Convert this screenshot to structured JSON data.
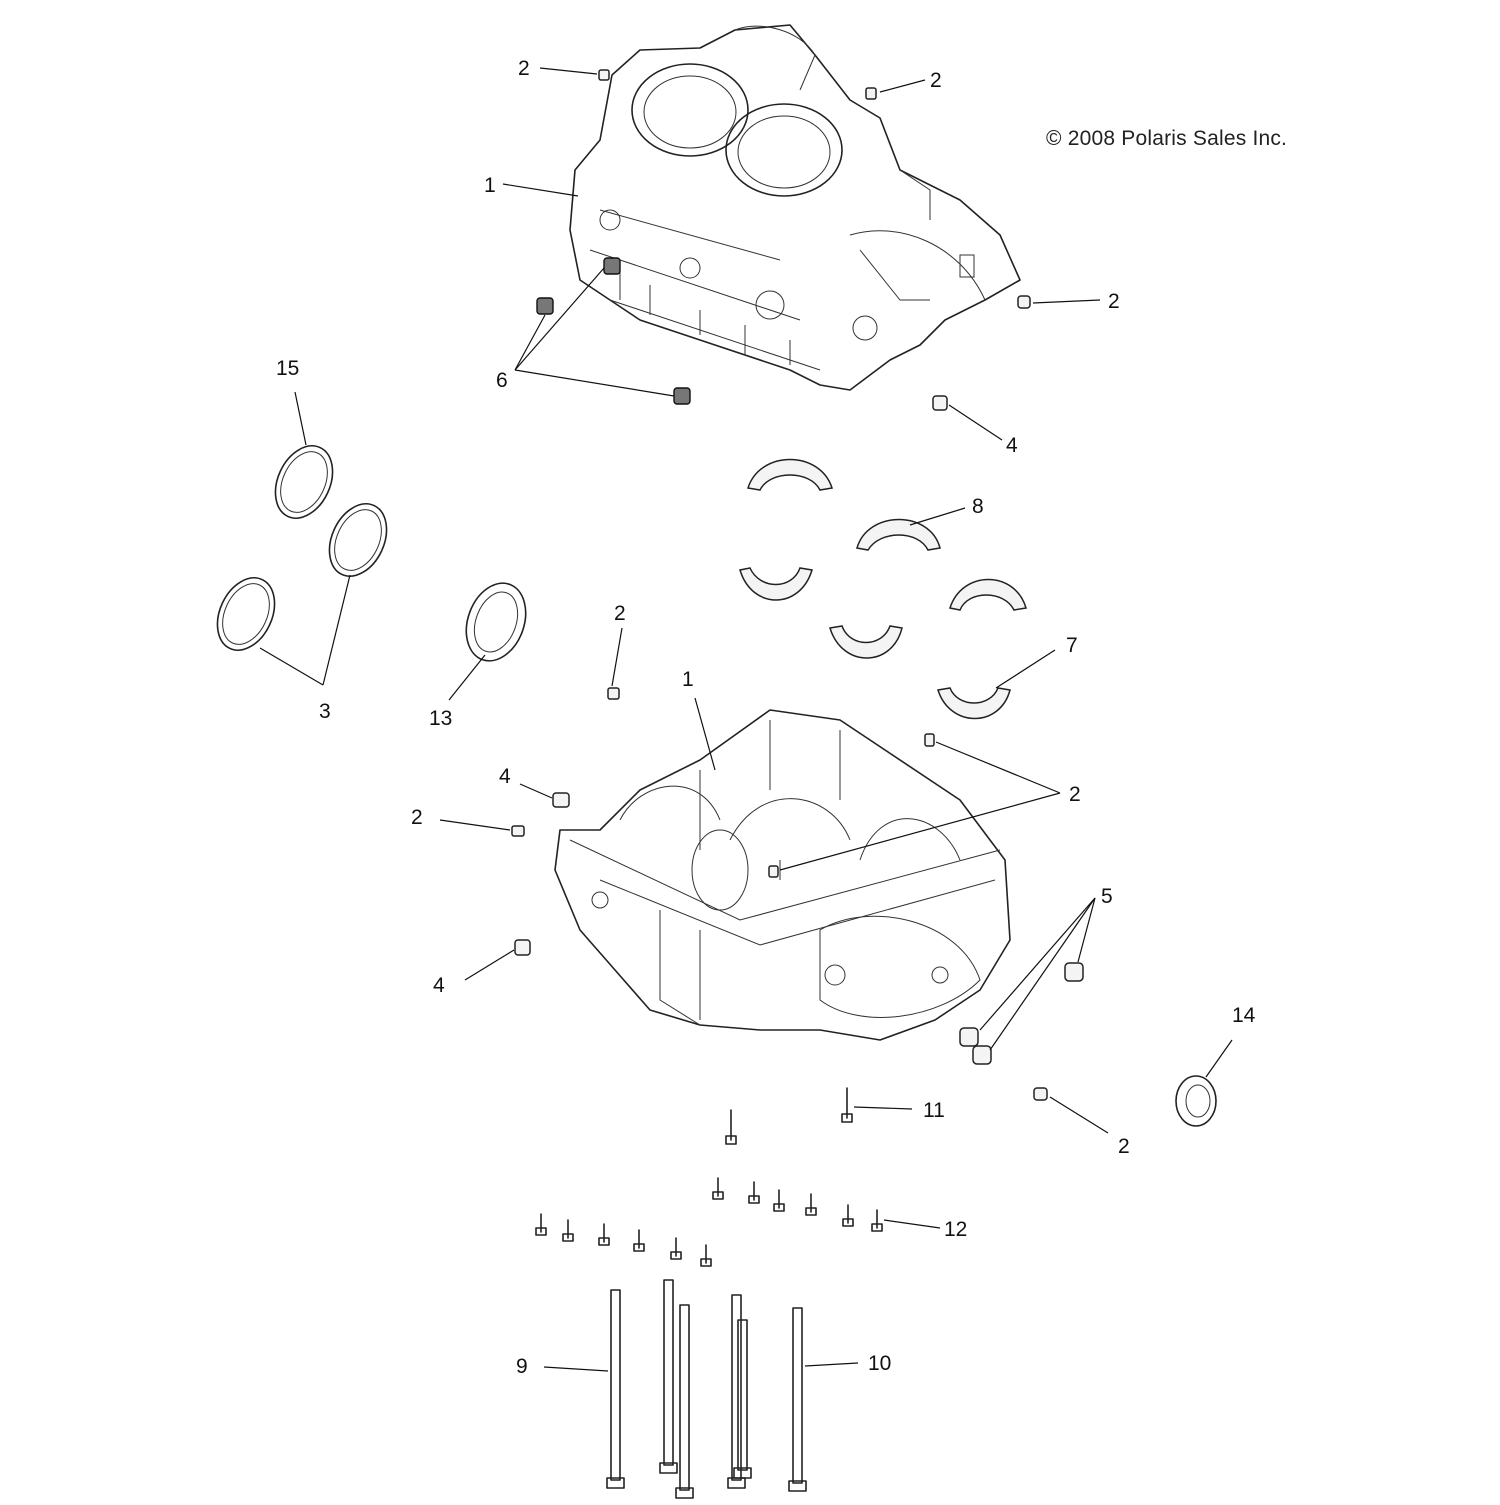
{
  "copyright": "© 2008 Polaris Sales Inc.",
  "callouts": [
    {
      "n": "2"
    },
    {
      "n": "2"
    },
    {
      "n": "1"
    },
    {
      "n": "2"
    },
    {
      "n": "6"
    },
    {
      "n": "4"
    },
    {
      "n": "15"
    },
    {
      "n": "8"
    },
    {
      "n": "3"
    },
    {
      "n": "13"
    },
    {
      "n": "2"
    },
    {
      "n": "7"
    },
    {
      "n": "1"
    },
    {
      "n": "4"
    },
    {
      "n": "2"
    },
    {
      "n": "2"
    },
    {
      "n": "4"
    },
    {
      "n": "5"
    },
    {
      "n": "14"
    },
    {
      "n": "11"
    },
    {
      "n": "2"
    },
    {
      "n": "12"
    },
    {
      "n": "9"
    },
    {
      "n": "10"
    }
  ]
}
